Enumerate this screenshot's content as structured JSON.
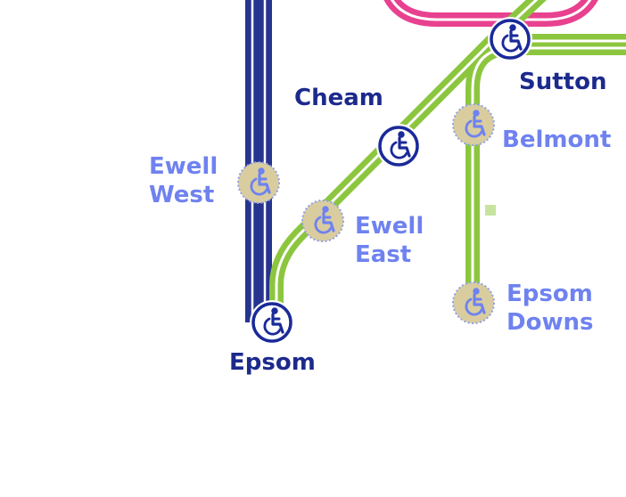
{
  "colors": {
    "navy_line": "#27348f",
    "green_line": "#8cc63f",
    "pink_line": "#e8418f",
    "step_free_blue": "#1a2a99",
    "partial_access_fill": "#d9cda0",
    "partial_access_icon": "#6f82f0",
    "dark_label": "#1c2a8c",
    "light_label": "#6f82f0"
  },
  "stations": {
    "sutton": {
      "name": "Sutton",
      "access": "step-free",
      "icon": "wheelchair-icon"
    },
    "cheam": {
      "name": "Cheam",
      "access": "step-free",
      "icon": "wheelchair-icon"
    },
    "belmont": {
      "name": "Belmont",
      "access": "partial",
      "icon": "wheelchair-icon"
    },
    "ewell_west": {
      "name_line1": "Ewell",
      "name_line2": "West",
      "access": "partial",
      "icon": "wheelchair-icon"
    },
    "ewell_east": {
      "name_line1": "Ewell",
      "name_line2": "East",
      "access": "partial",
      "icon": "wheelchair-icon"
    },
    "epsom": {
      "name": "Epsom",
      "access": "step-free",
      "icon": "wheelchair-icon"
    },
    "epsom_downs": {
      "name_line1": "Epsom",
      "name_line2": "Downs",
      "access": "partial",
      "icon": "wheelchair-icon"
    }
  }
}
